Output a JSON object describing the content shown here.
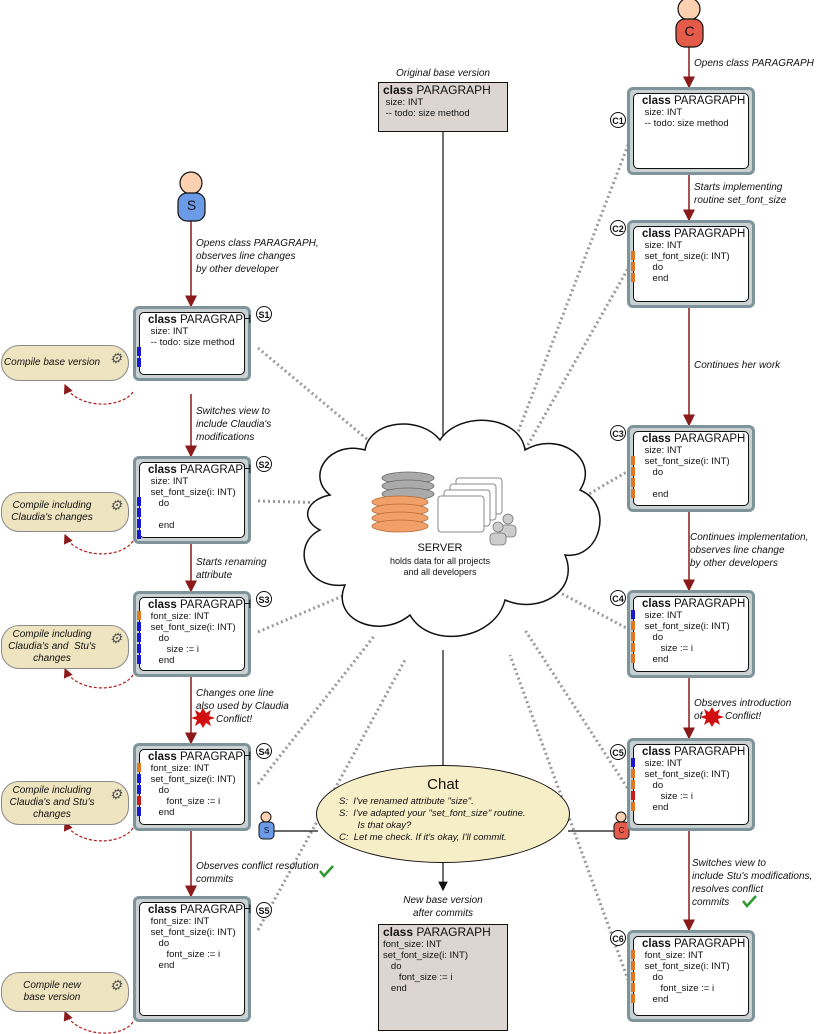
{
  "colors": {
    "marker_blue": "#1a1acc",
    "marker_orange": "#e07820",
    "marker_red": "#cc1a1a",
    "person_s": "#6b9be6",
    "person_c": "#e55b4a",
    "box_frame": "#7f949a",
    "compile_fill": "#efe4c0",
    "chat_fill": "#f6eec6",
    "base_fill": "#ddd5d2"
  },
  "people": {
    "s_letter": "S",
    "c_letter": "C",
    "s_small": "S",
    "c_small": "C"
  },
  "original": {
    "caption": "Original base version",
    "title_kw": "class",
    "title_name": "PARAGRAPH",
    "lines": [
      "size: INT",
      "-- todo: size method"
    ]
  },
  "newbase": {
    "caption": "New base version\nafter commits",
    "title_kw": "class",
    "title_name": "PARAGRAPH",
    "lines": [
      "font_size: INT",
      "set_font_size(i: INT)",
      "   do",
      "      font_size := i",
      "   end"
    ]
  },
  "server": {
    "title": "SERVER",
    "subtitle": "holds data for all projects\nand all developers"
  },
  "chat": {
    "title": "Chat",
    "messages": "S:  I've renamed attribute \"size\".\nS:  I've adapted your \"set_font_size\" routine.\n       Is that okay?\nC:  Let me check. If it's okay, I'll commit."
  },
  "s_boxes": [
    {
      "id": "S1",
      "kw": "class",
      "name": "PARAGRAPH",
      "lines": [
        "size: INT",
        "-- todo: size method",
        ""
      ]
    },
    {
      "id": "S2",
      "kw": "class",
      "name": "PARAGRAPH",
      "lines": [
        "size: INT",
        "set_font_size(i: INT)",
        "   do",
        "",
        "   end"
      ]
    },
    {
      "id": "S3",
      "kw": "class",
      "name": "PARAGRAPH",
      "lines": [
        "font_size: INT",
        "set_font_size(i: INT)",
        "   do",
        "      size := i",
        "   end"
      ]
    },
    {
      "id": "S4",
      "kw": "class",
      "name": "PARAGRAPH",
      "lines": [
        "font_size: INT",
        "set_font_size(i: INT)",
        "   do",
        "      font_size := i",
        "   end"
      ]
    },
    {
      "id": "S5",
      "kw": "class",
      "name": "PARAGRAPH",
      "lines": [
        "font_size: INT",
        "set_font_size(i: INT)",
        "   do",
        "      font_size := i",
        "   end"
      ]
    }
  ],
  "c_boxes": [
    {
      "id": "C1",
      "kw": "class",
      "name": "PARAGRAPH",
      "lines": [
        "size: INT",
        "-- todo: size method"
      ]
    },
    {
      "id": "C2",
      "kw": "class",
      "name": "PARAGRAPH",
      "lines": [
        "size: INT",
        "set_font_size(i: INT)",
        "   do",
        "   end"
      ]
    },
    {
      "id": "C3",
      "kw": "class",
      "name": "PARAGRAPH",
      "lines": [
        "size: INT",
        "set_font_size(i: INT)",
        "   do",
        "",
        "   end"
      ]
    },
    {
      "id": "C4",
      "kw": "class",
      "name": "PARAGRAPH",
      "lines": [
        "size: INT",
        "set_font_size(i: INT)",
        "   do",
        "      size := i",
        "   end"
      ]
    },
    {
      "id": "C5",
      "kw": "class",
      "name": "PARAGRAPH",
      "lines": [
        "size: INT",
        "set_font_size(i: INT)",
        "   do",
        "      size := i",
        "   end"
      ]
    },
    {
      "id": "C6",
      "kw": "class",
      "name": "PARAGRAPH",
      "lines": [
        "font_size: INT",
        "set_font_size(i: INT)",
        "   do",
        "      font_size := i",
        "   end"
      ]
    }
  ],
  "s_steps": [
    "Opens class PARAGRAPH,\nobserves line changes\nby other developer",
    "Switches view to\ninclude Claudia's\nmodifications",
    "Starts renaming\nattribute",
    "Changes one line\nalso used by Claudia",
    "Conflict!",
    "Observes conflict resolution\ncommits"
  ],
  "c_steps": [
    "Opens class PARAGRAPH",
    "Starts implementing\nroutine set_font_size",
    "Continues her work",
    "Continues implementation,\nobserves line change\nby other developers",
    "Observes introduction\nof",
    "Conflict!",
    "Switches view to\ninclude Stu's modifications,\nresolves conflict\ncommits"
  ],
  "compiles": [
    "Compile base version",
    "Compile including\nClaudia's changes",
    "Compile including\nClaudia's and  Stu's\nchanges",
    "Compile including\nClaudia's and Stu's\nchanges",
    "Compile new\nbase version"
  ]
}
